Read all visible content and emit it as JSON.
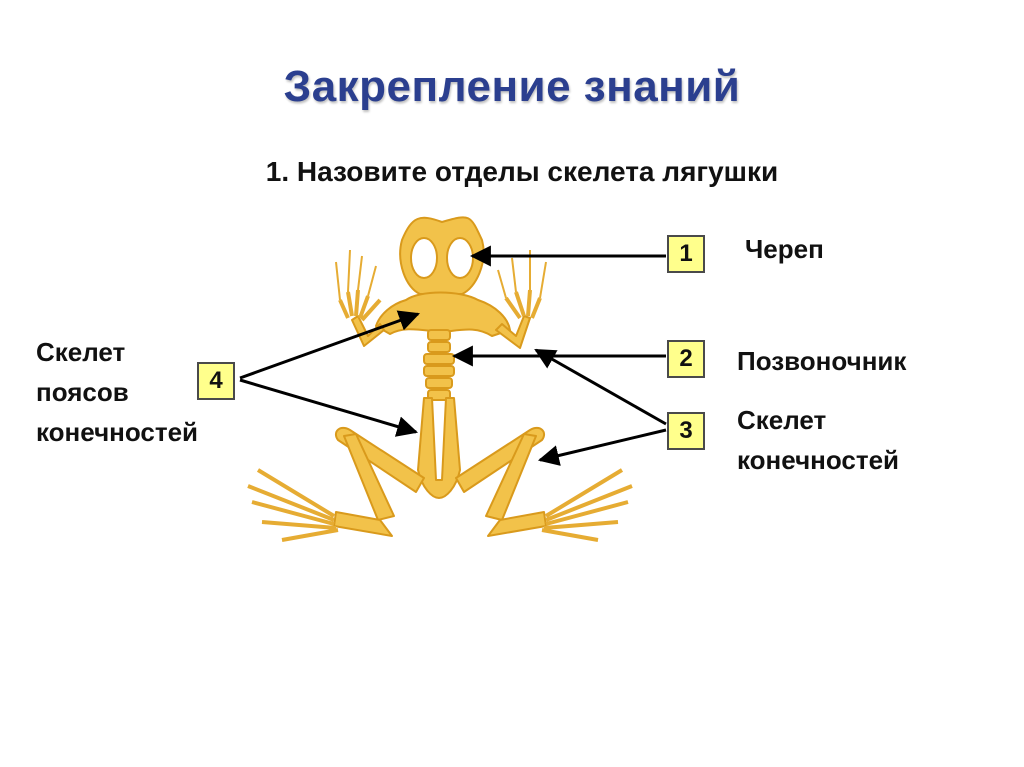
{
  "title": "Закрепление знаний",
  "question": "1. Назовите отделы скелета лягушки",
  "boxes": [
    {
      "number": "1",
      "label": "Череп"
    },
    {
      "number": "2",
      "label": "Позвоночник"
    },
    {
      "number": "3",
      "label_line1": "Скелет",
      "label_line2": "конечностей"
    },
    {
      "number": "4",
      "label_line1": "Скелет",
      "label_line2": "поясов",
      "label_line3": "конечностей"
    }
  ],
  "colors": {
    "title": "#2b3f8f",
    "box_fill": "#ffff8c",
    "bone": "#f2c24a",
    "bone_dark": "#d99a1c"
  }
}
